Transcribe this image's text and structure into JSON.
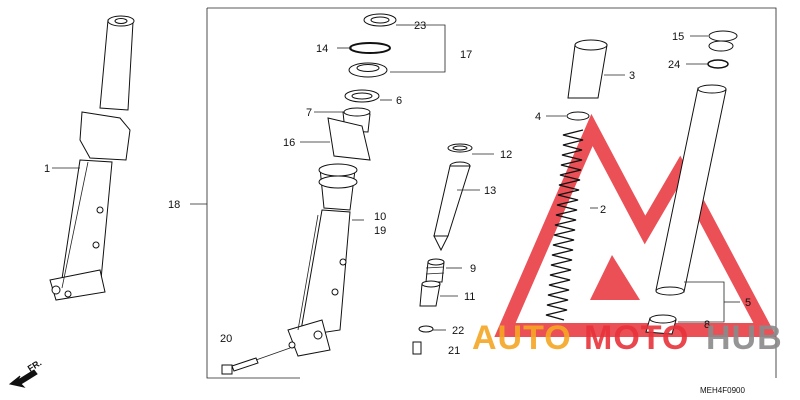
{
  "diagram": {
    "callouts": {
      "p1": "1",
      "p2": "2",
      "p3": "3",
      "p4": "4",
      "p5": "5",
      "p6": "6",
      "p7": "7",
      "p8": "8",
      "p9": "9",
      "p10": "10",
      "p11": "11",
      "p12": "12",
      "p13": "13",
      "p14": "14",
      "p15": "15",
      "p16": "16",
      "p17": "17",
      "p18": "18",
      "p19": "19",
      "p20": "20",
      "p21": "21",
      "p22": "22",
      "p23": "23",
      "p24": "24"
    },
    "direction_label": "FR.",
    "drawing_code": "MEH4F0900"
  },
  "watermark": {
    "word_a": "AUTO",
    "word_b": "MOTO",
    "word_c": "HUB",
    "colors": {
      "red": "#e8323a",
      "orange": "#f5a623",
      "gray": "#8a8a8a"
    }
  }
}
